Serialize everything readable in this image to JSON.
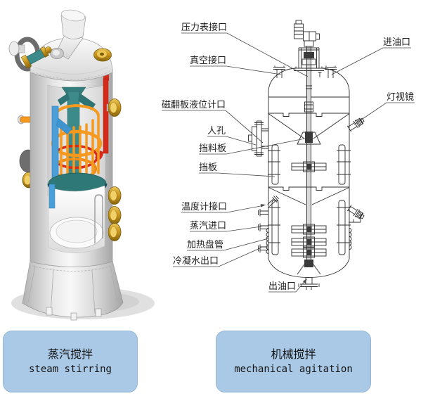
{
  "figure": {
    "left": {
      "kind": "3d-render",
      "caption_cn": "蒸汽搅拌",
      "caption_en": "steam stirring"
    },
    "right": {
      "kind": "line-drawing",
      "caption_cn": "机械搅拌",
      "caption_en": "mechanical agitation",
      "labels": [
        {
          "id": "pressure-gauge-port",
          "text": "压力表接口"
        },
        {
          "id": "vacuum-port",
          "text": "真空接口"
        },
        {
          "id": "magnetic-level-gauge-port",
          "text": "磁翻板液位计口"
        },
        {
          "id": "manhole",
          "text": "人孔"
        },
        {
          "id": "material-baffle",
          "text": "挡料板"
        },
        {
          "id": "baffle",
          "text": "挡板"
        },
        {
          "id": "thermometer-port",
          "text": "温度计接口"
        },
        {
          "id": "steam-inlet",
          "text": "蒸汽进口"
        },
        {
          "id": "heating-coil",
          "text": "加热盘管"
        },
        {
          "id": "condensate-outlet",
          "text": "冷凝水出口"
        },
        {
          "id": "oil-outlet",
          "text": "出油口"
        },
        {
          "id": "oil-inlet",
          "text": "进油口"
        },
        {
          "id": "sight-glass-light",
          "text": "灯视镜"
        }
      ]
    },
    "colors": {
      "caption_box_bg": "#a9c9e6",
      "caption_text": "#141414",
      "drawing_line": "#2e2e2e",
      "leader_line": "#4a4a4a",
      "render_shell_gray": "#d9d9d9",
      "render_teal": "#3d8a8a",
      "render_orange": "#f59a1e",
      "render_red": "#d62a1a",
      "render_blue": "#4a9fd8",
      "render_brass": "#c9971f"
    }
  }
}
